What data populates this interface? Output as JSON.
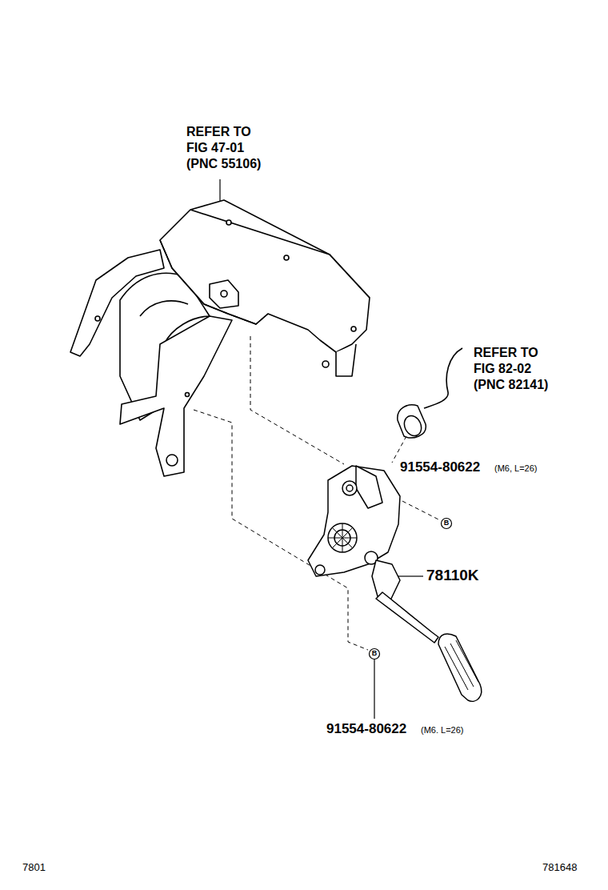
{
  "diagram": {
    "labels": [
      "REFER TO",
      "FIG 47-01",
      "(PNC 55106)",
      "REFER TO",
      "FIG 82-02",
      "(PNC 82141)",
      "91554-80622",
      "(M6, L=26)",
      "B",
      "78110K",
      "B",
      "91554-80622",
      "(M6. L=26)",
      "7801",
      "781648"
    ]
  }
}
